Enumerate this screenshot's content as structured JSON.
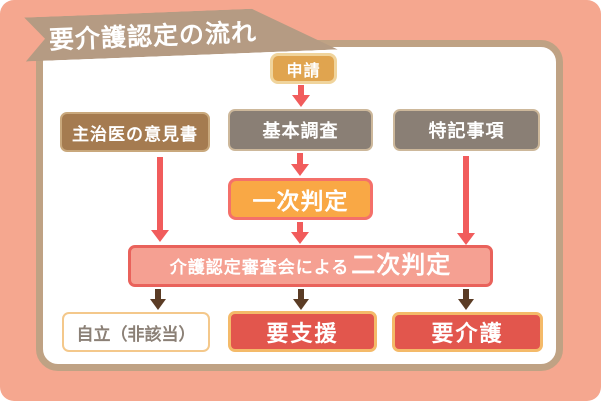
{
  "title": {
    "text": "要介護認定の流れ"
  },
  "colors": {
    "background": "#f5a78f",
    "card_border": "#bfa284",
    "ribbon": "#b59b83",
    "red_arrow": "#f15c5c",
    "brown_arrow": "#5b3c25",
    "application_fill": "#e0a44f",
    "doctor_opinion_fill": "#a57b50",
    "survey_fill": "#8a7f75",
    "primary_fill": "#f9a845",
    "primary_border": "#f4706a",
    "secondary_fill": "#f5a092",
    "secondary_border": "#e9625b",
    "result_red_fill": "#e2564d",
    "result_red_border": "#f4ba69"
  },
  "nodes": {
    "application": {
      "label": "申請"
    },
    "doctor_opinion": {
      "label": "主治医の意見書"
    },
    "basic_survey": {
      "label": "基本調査"
    },
    "special_notes": {
      "label": "特記事項"
    },
    "primary_judgment": {
      "label": "一次判定"
    },
    "secondary_judgment": {
      "prefix": "介護認定審査会による",
      "label": "二次判定"
    },
    "independence": {
      "label": "自立（非該当）"
    },
    "support_required": {
      "label": "要支援"
    },
    "care_required": {
      "label": "要介護"
    }
  },
  "edges": [
    {
      "from": "申請",
      "to": "基本調査"
    },
    {
      "from": "基本調査",
      "to": "一次判定"
    },
    {
      "from": "一次判定",
      "to": "二次判定"
    },
    {
      "from": "主治医の意見書",
      "to": "二次判定"
    },
    {
      "from": "特記事項",
      "to": "二次判定"
    },
    {
      "from": "二次判定",
      "to": "自立（非該当）"
    },
    {
      "from": "二次判定",
      "to": "要支援"
    },
    {
      "from": "二次判定",
      "to": "要介護"
    }
  ]
}
